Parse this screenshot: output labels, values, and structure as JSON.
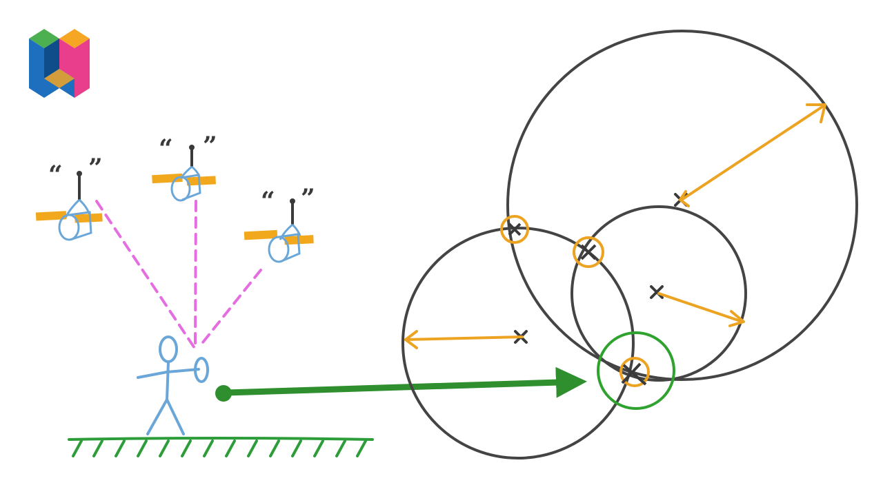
{
  "colors": {
    "ink": "#3a3a3a",
    "figure": "#6aa6d8",
    "satellite_body": "#6aa6d8",
    "solar_panel": "#f2a81d",
    "signal": "#e46ee0",
    "ground": "#2d9d3a",
    "pointer_arrow": "#2f8f2f",
    "radius_arrow": "#eda322",
    "intersection_marker": "#eda322",
    "position_marker": "#2fa22f",
    "logo_blue": "#1f6fbf",
    "logo_pink": "#e83e8c",
    "logo_orange": "#f5a623",
    "logo_green": "#4caf50",
    "logo_dark": "#0f4d8a"
  },
  "logo": {
    "icon": "logo-n-icon"
  },
  "satellites": [
    {
      "id": "left",
      "icon": "satellite-icon"
    },
    {
      "id": "middle",
      "icon": "satellite-icon"
    },
    {
      "id": "right",
      "icon": "satellite-icon"
    }
  ],
  "signal_marks": [
    {
      "open": "“",
      "close": "”"
    },
    {
      "open": "“",
      "close": "”"
    },
    {
      "open": "“",
      "close": "”"
    }
  ],
  "receiver": {
    "icon": "stick-figure-icon",
    "device_icon": "gps-receiver-icon"
  },
  "circles": [
    {
      "id": "top-large",
      "icon": "range-circle"
    },
    {
      "id": "middle-small",
      "icon": "range-circle"
    },
    {
      "id": "bottom-left",
      "icon": "range-circle"
    }
  ],
  "markers": {
    "intersections": 3,
    "position": 1
  }
}
